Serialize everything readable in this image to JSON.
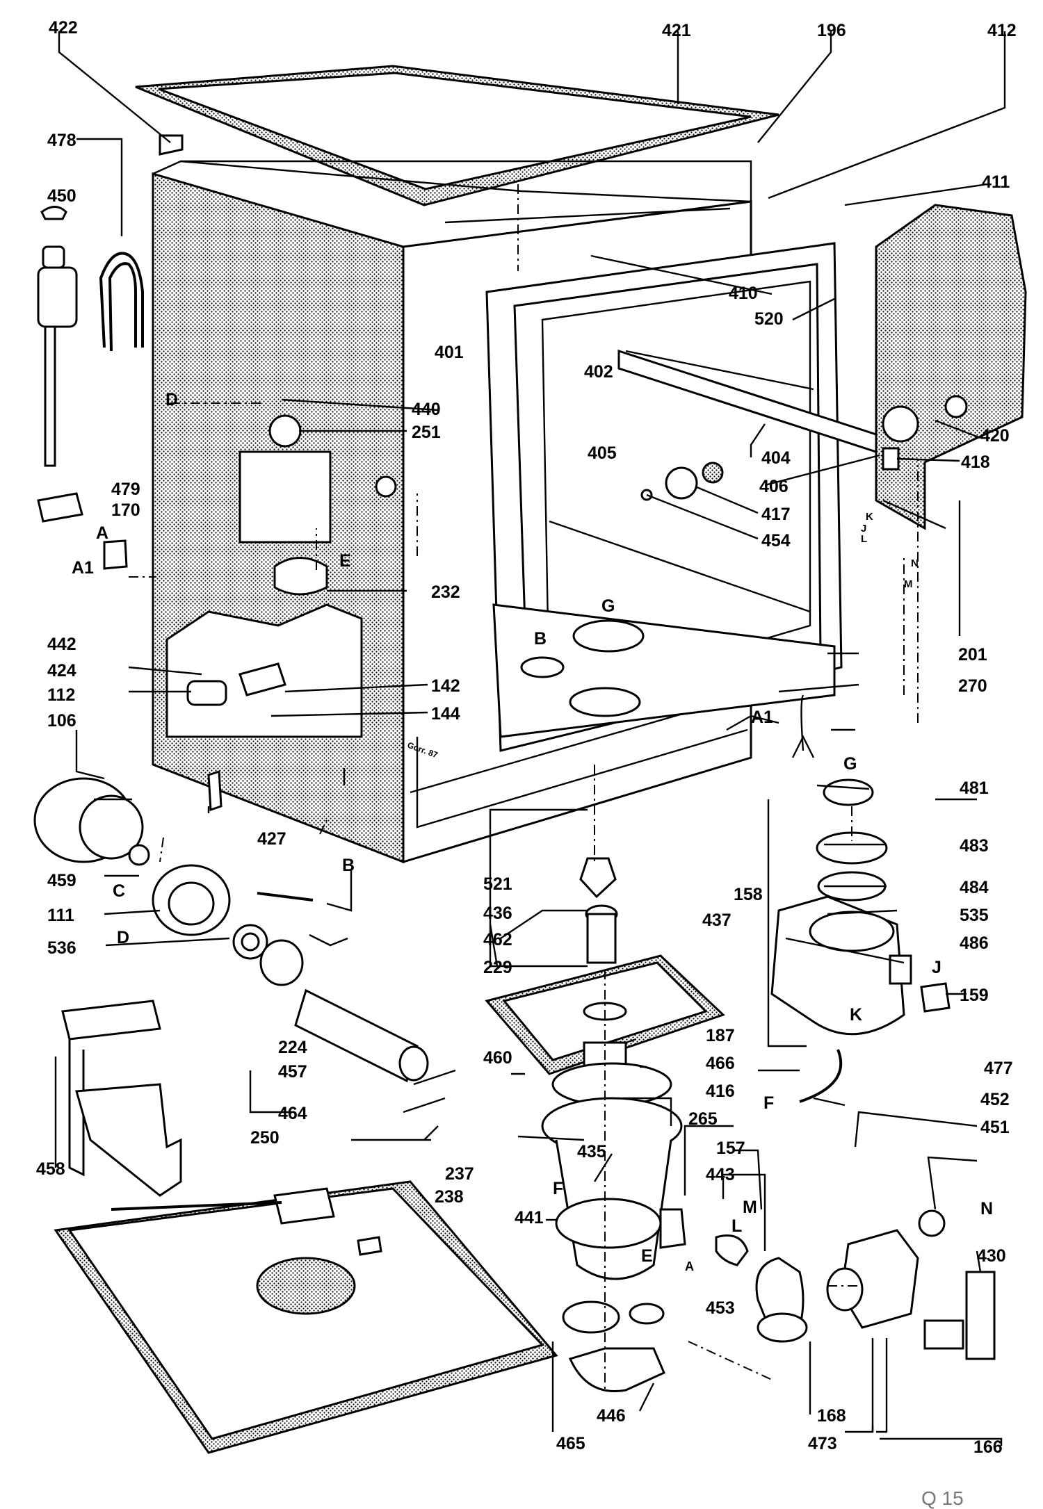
{
  "part_numbers": [
    "422",
    "421",
    "196",
    "412",
    "478",
    "450",
    "411",
    "410",
    "520",
    "420",
    "401",
    "402",
    "440",
    "251",
    "405",
    "404",
    "418",
    "406",
    "417",
    "454",
    "479",
    "170",
    "232",
    "442",
    "424",
    "112",
    "142",
    "144",
    "201",
    "270",
    "106",
    "427",
    "481",
    "483",
    "484",
    "535",
    "486",
    "159",
    "521",
    "436",
    "158",
    "437",
    "459",
    "111",
    "536",
    "462",
    "229",
    "224",
    "457",
    "187",
    "466",
    "477",
    "460",
    "416",
    "464",
    "265",
    "452",
    "451",
    "250",
    "435",
    "237",
    "238",
    "157",
    "443",
    "441",
    "453",
    "430",
    "458",
    "168",
    "446",
    "473",
    "166",
    "465"
  ],
  "letters": [
    "D",
    "E",
    "A",
    "A1",
    "B",
    "G",
    "A1",
    "C",
    "D",
    "B",
    "G",
    "F",
    "J",
    "K",
    "L",
    "N",
    "M",
    "K",
    "J",
    "F",
    "M",
    "L",
    "E",
    "A",
    "N"
  ],
  "small_texts": [
    "Gorr. 87"
  ],
  "corner_mark": "Q 15"
}
